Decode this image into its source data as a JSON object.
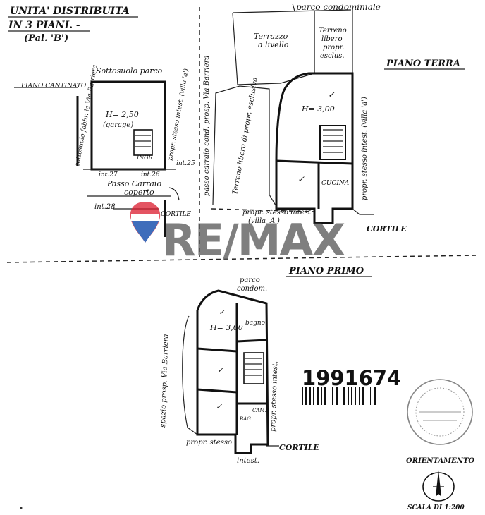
{
  "header": {
    "line1": "UNITA' DISTRIBUITA",
    "line2": "IN 3 PIANI. -",
    "line3": "(Pal. 'B')"
  },
  "labels": {
    "parco_condominiale": "parco condominiale",
    "piano_terra": "PIANO TERRA",
    "piano_primo": "PIANO PRIMO",
    "sottosuolo": "Sottosuolo parco",
    "piano_cantinato": "PIANO CANTINATO",
    "terrazzo_l1": "Terrazzo",
    "terrazzo_l2": "a livello",
    "terreno_libero_l1": "Terreno",
    "terreno_libero_l2": "libero",
    "terreno_libero_l3": "propr.",
    "terreno_libero_l4": "esclus.",
    "h250": "H= 2,50",
    "garage": "(garage)",
    "ingr": "INGR.",
    "int27": "int.27",
    "int26": "int.26",
    "int25": "int.25",
    "int28": "int.28",
    "passo_carraio_l1": "Passo Carraio",
    "passo_carraio_l2": "coperto",
    "cortile_cantinato": "CORTILE",
    "vert_sottos": "sottosuolo fabbr. la Via Barriera",
    "vert_propr_villa": "propr. stesso intest. (villa 'a')",
    "vert_passo": "passo carraio cond. prosp. Via Barriera",
    "terreno_propr_excl": "Terreno libero di propr. esclusiva",
    "h300_terra": "H= 3,00",
    "cucina": "CUCINA",
    "vert_propr_terra": "propr. stesso intest. (villa 'a')",
    "propr_stesso_terra_l1": "propr. stesso intest.",
    "propr_stesso_terra_l2": "(villa 'A')",
    "cortile_terra": "CORTILE",
    "parco_condom_l1": "parco",
    "parco_condom_l2": "condom.",
    "h300_primo": "H= 3,00",
    "bagno": "bagno",
    "bagno_small": "BAG.",
    "camera": "CAM.",
    "vert_spazio": "spazio prosp. Via Barriera",
    "vert_propr_primo": "propr. stesso intest.",
    "propr_stesso_primo": "propr. stesso",
    "intest": "intest.",
    "cortile_primo": "CORTILE",
    "stamp_number": "1991674",
    "orientamento": "ORIENTAMENTO",
    "scala": "SCALA DI 1:200",
    "watermark": "RE/MAX"
  },
  "colors": {
    "ink": "#111111",
    "watermark_red": "#dc1c2e",
    "watermark_blue": "#003da5",
    "watermark_text": "#555555"
  }
}
